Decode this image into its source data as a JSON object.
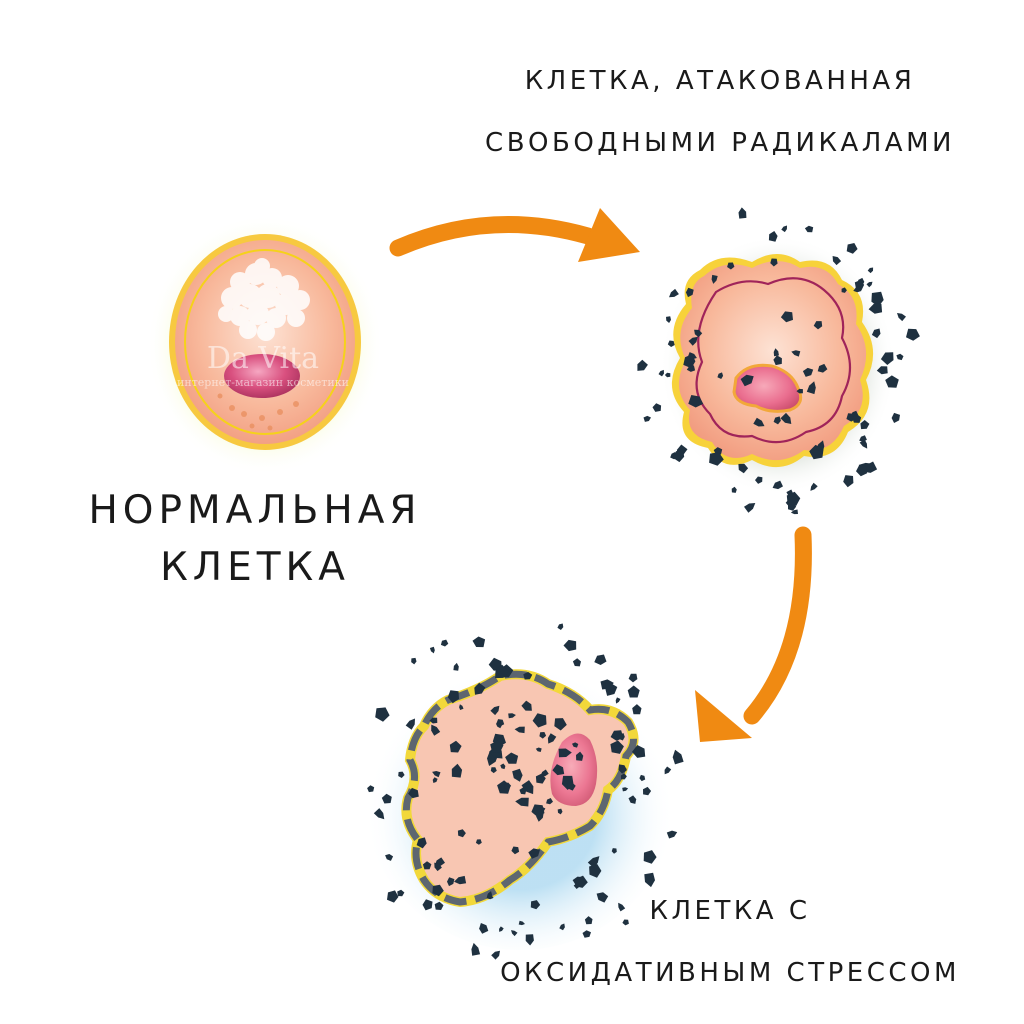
{
  "labels": {
    "normal_cell": [
      "НОРМАЛЬНАЯ",
      "КЛЕТКА"
    ],
    "attacked_cell": [
      "КЛЕТКА, АТАКОВАННАЯ",
      "СВОБОДНЫМИ РАДИКАЛАМИ"
    ],
    "stressed_cell": [
      "КЛЕТКА С",
      "ОКСИДАТИВНЫМ СТРЕССОМ"
    ]
  },
  "watermark": {
    "brand": "Da Vita",
    "subtitle": "интернет-магазин косметики"
  },
  "colors": {
    "arrow": "#f08a12",
    "cell_fill": "#f7b59a",
    "membrane": "#f5d21a",
    "nucleus": "#d44a7a",
    "radical": "#1f3140",
    "glow_normal": "#eaf59a",
    "glow_attacked": "#b9c7b5",
    "glow_stressed": "#bfe2f4"
  }
}
